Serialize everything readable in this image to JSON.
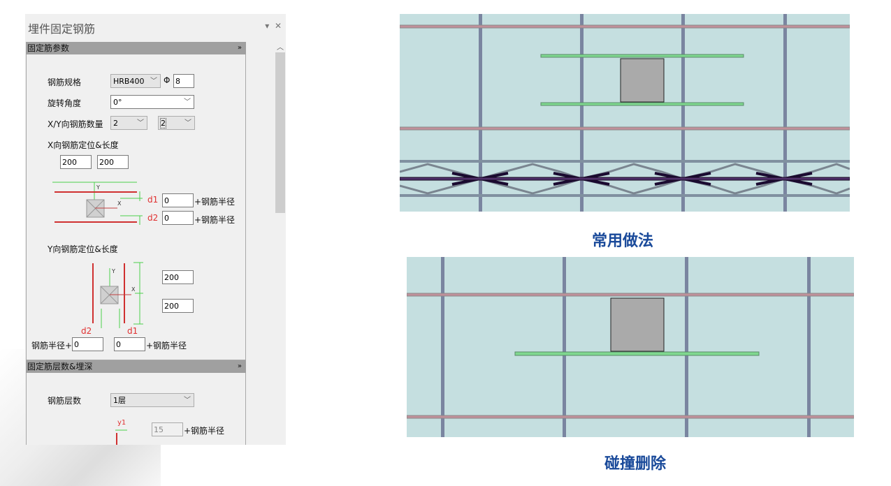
{
  "panel": {
    "title": "埋件固定钢筋",
    "menu_icon": "▾",
    "close_icon": "✕",
    "section1": {
      "header": "固定筋参数",
      "rebar_spec_label": "钢筋规格",
      "rebar_grade": "HRB400",
      "phi": "Φ",
      "diameter": "8",
      "rotation_label": "旋转角度",
      "rotation": "0°",
      "count_label": "X/Y向钢筋数量",
      "x_count": "2",
      "y_count": "2",
      "x_pos_label": "X向钢筋定位&长度",
      "x_len1": "200",
      "x_len2": "200",
      "d1": "d1",
      "d2": "d2",
      "x_d1": "0",
      "x_d2": "0",
      "plus_radius": "+钢筋半径",
      "y_pos_label": "Y向钢筋定位&长度",
      "y_len1": "200",
      "y_len2": "200",
      "y_d2": "0",
      "y_d1": "0",
      "radius_plus": "钢筋半径+",
      "axis_x": "X",
      "axis_y": "Y"
    },
    "section2": {
      "header": "固定筋层数&埋深",
      "layers_label": "钢筋层数",
      "layers": "1层",
      "y1": "y1",
      "depth": "15",
      "plus_radius": "+钢筋半径"
    }
  },
  "captions": {
    "common": "常用做法",
    "clash": "碰撞删除"
  },
  "colors": {
    "caption": "#1a4a9a",
    "slab": "#c5dfe0",
    "rebar_vertical": "#7a85a0",
    "rebar_horizontal": "#c0909a",
    "fix_rebar": "#7fd88f"
  }
}
